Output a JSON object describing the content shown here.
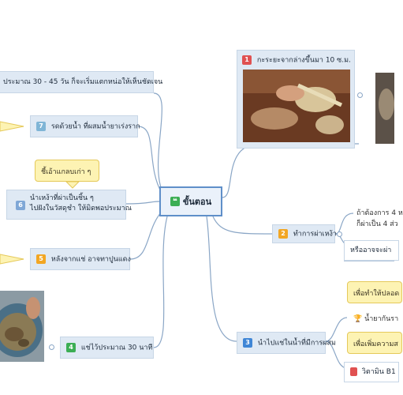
{
  "center": {
    "label": "ขั้นตอน",
    "icon": "quote-icon"
  },
  "topics": [
    {
      "key": "t1",
      "number": "1",
      "label": "กะระยะจากล่างขึ้นมา 10 ซ.ม."
    },
    {
      "key": "t2",
      "number": "2",
      "label": "ทำการผ่าเหง้า"
    },
    {
      "key": "t3",
      "number": "3",
      "label": "นำไปแช่ในน้ำที่มีการผสม"
    },
    {
      "key": "t4",
      "number": "4",
      "label": "แช่ไว้ประมาณ 30 นาที"
    },
    {
      "key": "t5",
      "number": "5",
      "label": "หลังจากแช่ อาจทาปูนแดง"
    },
    {
      "key": "t6",
      "number": "6",
      "line1": "นำเหง้าที่ผ่าเป็นชิ้น ๆ",
      "line2": "ไปฝังในวัสดุชำ ให้มิดพอประมาณ"
    },
    {
      "key": "t7",
      "number": "7",
      "label": "รดด้วยน้ำ ที่ผสมน้ำยาเร่งราก"
    }
  ],
  "top_left_text": "ประมาณ 30 - 45 วัน ก็จะเริ่มแตกหน่อให้เห็นชัดเจน",
  "callouts": {
    "t6_note": "ชี้เอ้าแกลบเก่า ๆ",
    "t3_note1": "เพื่อทำให้ปลอด",
    "t3_note2": "เพื่อเพิ่มความส"
  },
  "subtopics": {
    "t2_line1": "ถ้าต้องการ 4 ห",
    "t2_line2": "ก็ผ่าเป็น 4 ส่ว",
    "t2_alt": "หรืออาจจะผ่า",
    "t3_item1": "น้ำยากันรา",
    "t3_item2": "วิตามิน B1"
  },
  "icons": {
    "t3_item1_icon": "trophy-icon",
    "t3_item2_icon": "thermometer-icon"
  },
  "colors": {
    "topic_bg": "#dfe9f4",
    "connector": "#8aa6c6",
    "callout_bg": "#fdf3b3",
    "center_border": "#5f8fc9"
  }
}
